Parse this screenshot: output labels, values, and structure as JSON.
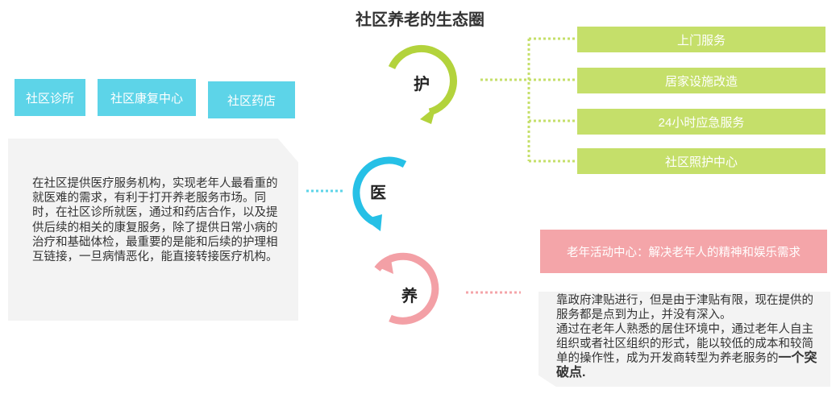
{
  "title": "社区养老的生态圈",
  "left_boxes": [
    "社区诊所",
    "社区康复中心",
    "社区药店"
  ],
  "left_panel_text": "在社区提供医疗服务机构，实现老年人最看重的就医难的需求，有利于打开养老服务市场。同时，在社区诊所就医，通过和药店合作，以及提供后续的相关的康复服务，除了提供日常小病的治疗和基础体检，最重要的是能和后续的护理相互链接，一旦病情恶化，能直接转接医疗机构。",
  "circles": {
    "hu": {
      "label": "护",
      "color": "#b3d33c"
    },
    "yi": {
      "label": "医",
      "color": "#26c0e6"
    },
    "yang": {
      "label": "养",
      "color": "#f3a0a6"
    }
  },
  "right_boxes": [
    "上门服务",
    "居家设施改造",
    "24小时应急服务",
    "社区照护中心"
  ],
  "activity_box": "老年活动中心：解决老年人的精神和娱乐需求",
  "right_panel": {
    "para1": "靠政府津贴进行，但是由于津贴有限，现在提供的服务都是点到为止，并没有深入。",
    "para2_prefix": "通过在老年人熟悉的居住环境中，通过老年人自主组织或者社区组织的形式，能以较低的成本和较简单的操作性，成为开发商转型为养老服务的",
    "para2_bold": "一个突破点",
    "para2_suffix": "."
  },
  "colors": {
    "green": "#c5df6a",
    "cyan": "#5dd4e8",
    "pink": "#f4a5a9",
    "panel": "#f3f3f3"
  }
}
